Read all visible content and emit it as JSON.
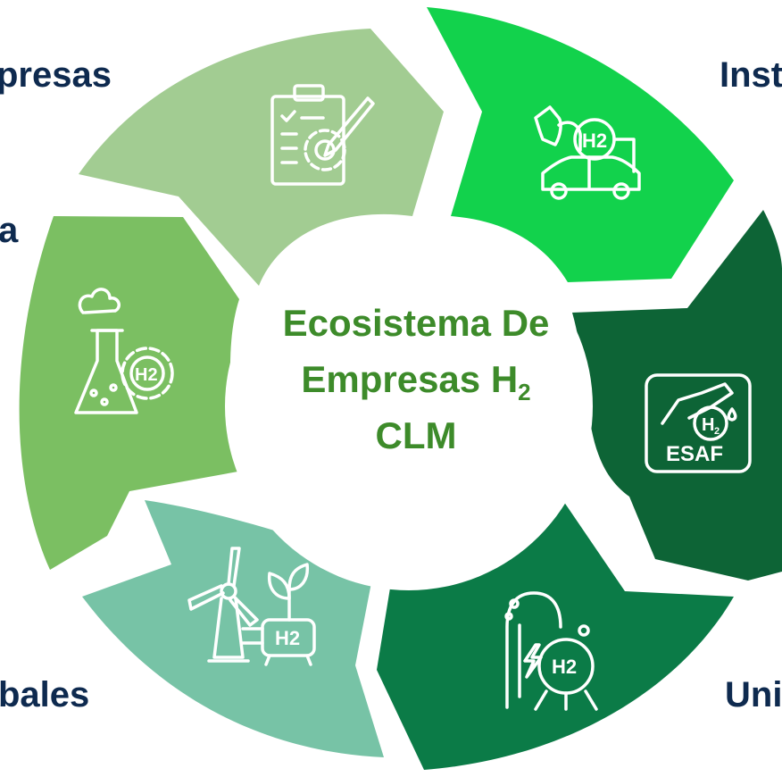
{
  "center": {
    "line1": "Ecosistema De",
    "line2": "Empresas H",
    "line2_sub": "2",
    "line3": "CLM"
  },
  "labels": {
    "top_left": "presas",
    "top_right": "Inst",
    "left": "a",
    "bottom_left": "bales",
    "bottom_right": "Uni"
  },
  "icons": {
    "h2_short": "H2",
    "h2_sub": "2",
    "h": "H",
    "esaf": "ESAF"
  },
  "colors": {
    "segment_top_left": "#a2cc92",
    "segment_top_right": "#12d24c",
    "segment_right": "#0d6436",
    "segment_bottom_right": "#0b7b47",
    "segment_bottom_left": "#77c3a6",
    "segment_left": "#7bbf62",
    "center_text": "#3d8b2a",
    "label_text": "#0e2a4f"
  },
  "icon_names": [
    "clipboard-gear-icon",
    "hydrogen-car-refuel-icon",
    "esaf-fuel-icon",
    "hydrogen-tank-icon",
    "wind-turbine-h2-icon",
    "lab-flask-gear-icon"
  ]
}
